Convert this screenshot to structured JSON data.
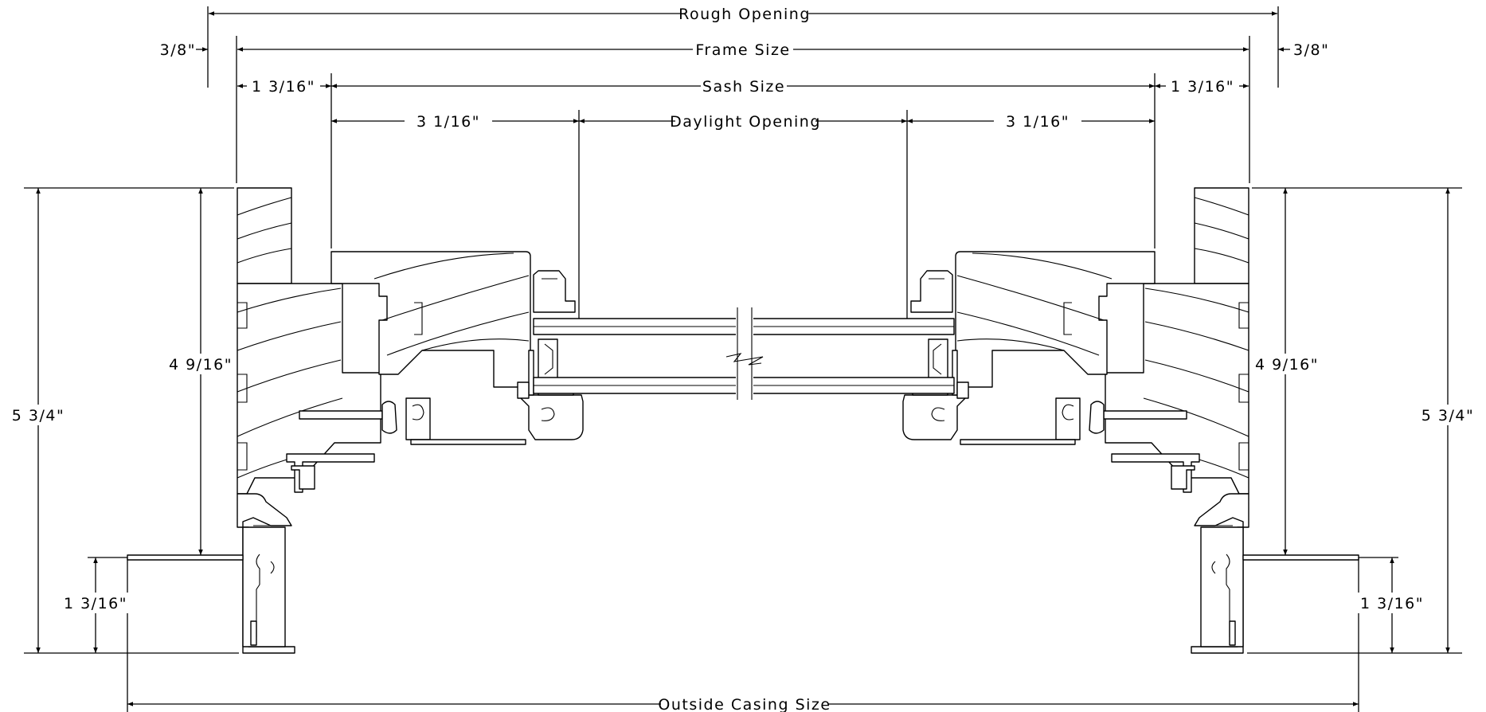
{
  "dimensions": {
    "rough_opening": "Rough Opening",
    "frame_size": "Frame Size",
    "sash_size": "Sash Size",
    "daylight_opening": "Daylight Opening",
    "outside_casing_size": "Outside Casing Size",
    "clearance_left": "3/8\"",
    "clearance_right": "3/8\"",
    "frame_to_sash_left": "1 3/16\"",
    "frame_to_sash_right": "1 3/16\"",
    "sash_to_glass_left": "3 1/16\"",
    "sash_to_glass_right": "3 1/16\"",
    "frame_depth_left": "4 9/16\"",
    "frame_depth_right": "4 9/16\"",
    "overall_depth_left": "5 3/4\"",
    "overall_depth_right": "5 3/4\"",
    "casing_depth_left": "1 3/16\"",
    "casing_depth_right": "1 3/16\""
  }
}
